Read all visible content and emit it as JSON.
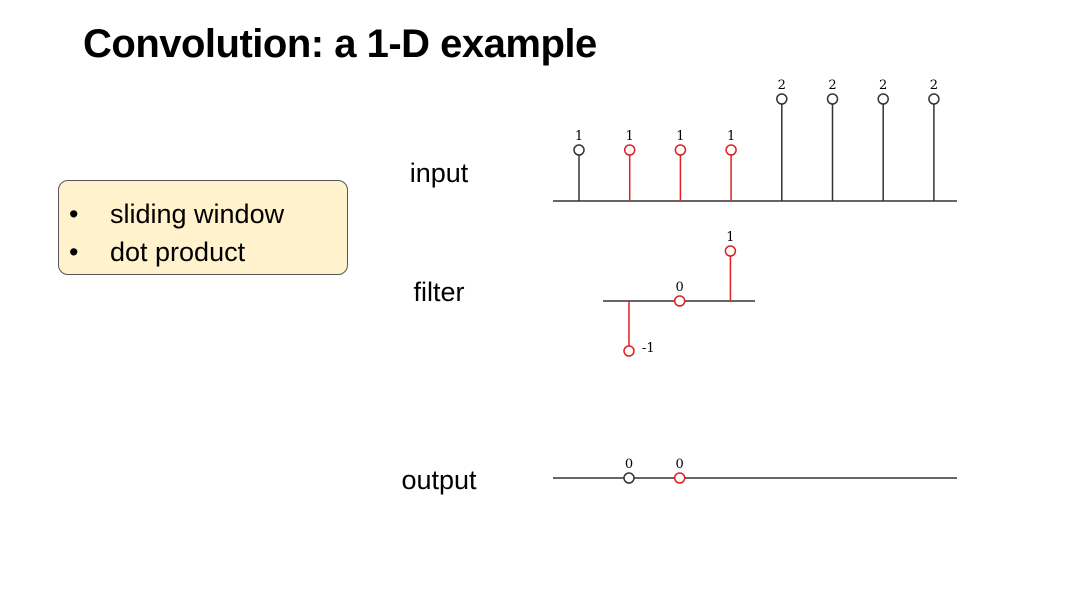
{
  "title": "Convolution: a 1-D example",
  "bullets": [
    "sliding window",
    "dot product"
  ],
  "rows": {
    "input": {
      "label": "input",
      "samples": [
        {
          "value": "1",
          "n": 1,
          "highlight": false
        },
        {
          "value": "1",
          "n": 2,
          "highlight": true
        },
        {
          "value": "1",
          "n": 1,
          "highlight": true
        },
        {
          "value": "1",
          "n": 1,
          "highlight": true
        },
        {
          "value": "2",
          "n": 2,
          "highlight": false
        },
        {
          "value": "2",
          "n": 2,
          "highlight": false
        },
        {
          "value": "2",
          "n": 2,
          "highlight": false
        },
        {
          "value": "2",
          "n": 2,
          "highlight": false
        }
      ]
    },
    "filter": {
      "label": "filter",
      "samples": [
        {
          "value": "-1",
          "n": -1,
          "highlight": true
        },
        {
          "value": "0",
          "n": 0,
          "highlight": true
        },
        {
          "value": "1",
          "n": 1,
          "highlight": true
        }
      ]
    },
    "output": {
      "label": "output",
      "samples": [
        {
          "value": "0",
          "n": 0,
          "highlight": false
        },
        {
          "value": "0",
          "n": 0,
          "highlight": true
        }
      ]
    }
  },
  "colors": {
    "highlight": "#e02020",
    "normal": "#333333",
    "box": "#fff2cc"
  }
}
